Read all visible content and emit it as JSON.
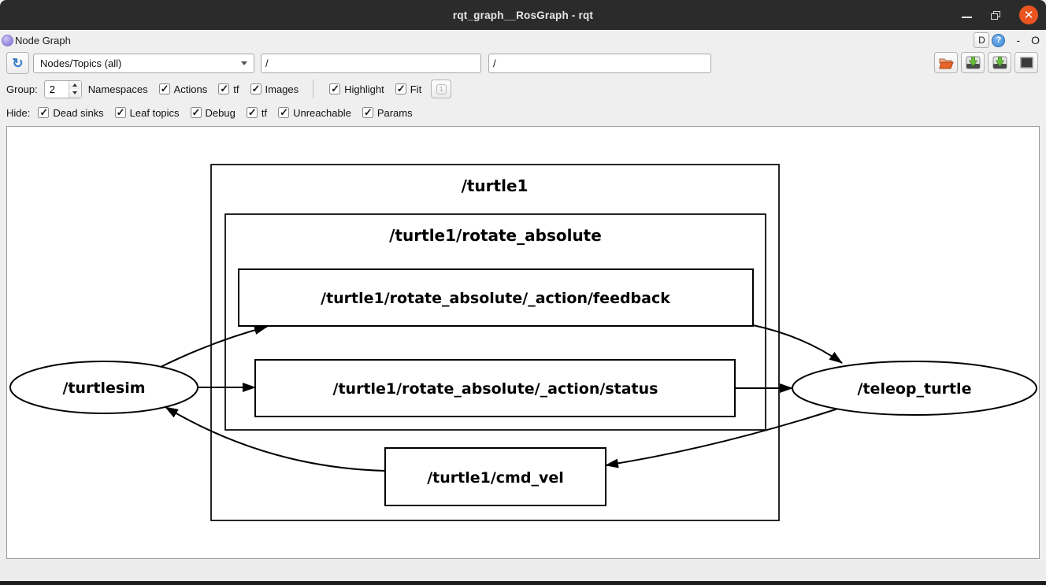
{
  "window": {
    "title": "rqt_graph__RosGraph - rqt"
  },
  "panel": {
    "title": "Node Graph",
    "dock_button": "D",
    "help_button": "?",
    "minimize_button": "-",
    "float_button": "O"
  },
  "toolbar": {
    "graph_type_value": "Nodes/Topics (all)",
    "node_filter": "/",
    "topic_filter": "/"
  },
  "options": {
    "group_label": "Group:",
    "group_value": "2",
    "namespaces_label": "Namespaces",
    "checks": [
      {
        "label": "Actions",
        "checked": true
      },
      {
        "label": "tf",
        "checked": true
      },
      {
        "label": "Images",
        "checked": true
      }
    ],
    "view_checks": [
      {
        "label": "Highlight",
        "checked": true
      },
      {
        "label": "Fit",
        "checked": true
      }
    ],
    "snapshot_label": "1",
    "hide_label": "Hide:",
    "hide_checks": [
      {
        "label": "Dead sinks",
        "checked": true
      },
      {
        "label": "Leaf topics",
        "checked": true
      },
      {
        "label": "Debug",
        "checked": true
      },
      {
        "label": "tf",
        "checked": true
      },
      {
        "label": "Unreachable",
        "checked": true
      },
      {
        "label": "Params",
        "checked": true
      }
    ]
  },
  "graph": {
    "groups": [
      {
        "label": "/turtle1"
      },
      {
        "label": "/turtle1/rotate_absolute"
      }
    ],
    "topics": [
      {
        "label": "/turtle1/rotate_absolute/_action/feedback"
      },
      {
        "label": "/turtle1/rotate_absolute/_action/status"
      },
      {
        "label": "/turtle1/cmd_vel"
      }
    ],
    "nodes": [
      {
        "label": "/turtlesim"
      },
      {
        "label": "/teleop_turtle"
      }
    ]
  },
  "colors": {
    "titlebar": "#2b2b2b",
    "close_orange": "#E95420",
    "help_blue": "#3c89d8",
    "refresh_blue": "#3779c7",
    "folder_orange": "#e8642a",
    "save_green": "#6abf3e",
    "canvas_border": "#9a9a9a"
  }
}
